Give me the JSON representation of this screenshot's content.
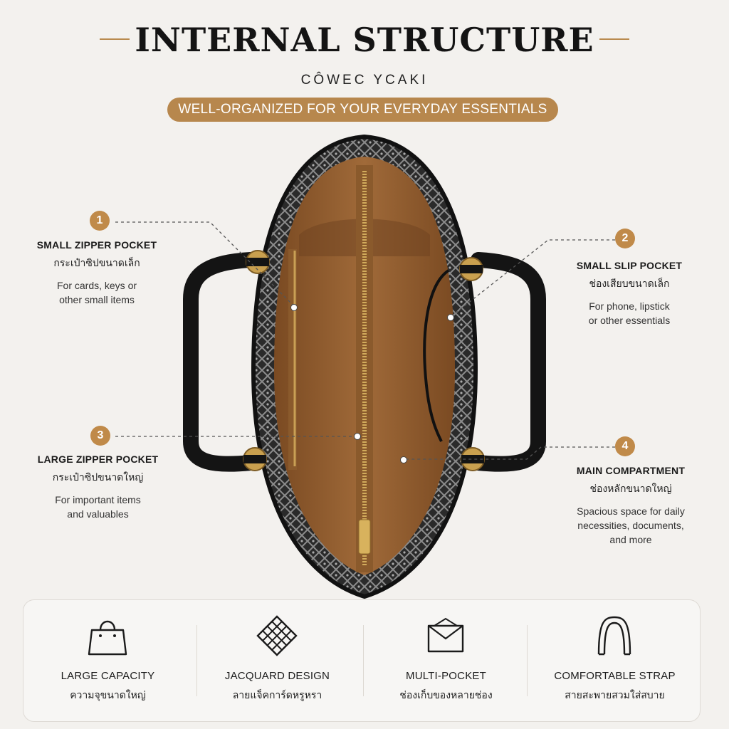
{
  "header": {
    "title": "INTERNAL STRUCTURE",
    "brand": "CÔWEC YCAKI",
    "banner": "WELL-ORGANIZED FOR YOUR EVERYDAY ESSENTIALS",
    "accent_color": "#b7874d"
  },
  "callouts": [
    {
      "number": "1",
      "title": "SMALL ZIPPER POCKET",
      "thai": "กระเป๋าซิปขนาดเล็ก",
      "desc1": "For cards, keys or",
      "desc2": "other small items"
    },
    {
      "number": "2",
      "title": "SMALL SLIP POCKET",
      "thai": "ช่องเสียบขนาดเล็ก",
      "desc1": "For phone, lipstick",
      "desc2": "or other essentials"
    },
    {
      "number": "3",
      "title": "LARGE ZIPPER POCKET",
      "thai": "กระเป๋าซิปขนาดใหญ่",
      "desc1": "For important items",
      "desc2": "and valuables"
    },
    {
      "number": "4",
      "title": "MAIN COMPARTMENT",
      "thai": "ช่องหลักขนาดใหญ่",
      "desc1": "Spacious space for daily",
      "desc2": "necessities, documents,",
      "desc3": "and more"
    }
  ],
  "features": [
    {
      "icon": "handbag-icon",
      "label": "LARGE CAPACITY",
      "thai": "ความจุขนาดใหญ่"
    },
    {
      "icon": "jacquard-pattern-icon",
      "label": "JACQUARD DESIGN",
      "thai": "ลายแจ็คการ์ดหรูหรา"
    },
    {
      "icon": "multi-pocket-icon",
      "label": "MULTI-POCKET",
      "thai": "ช่องเก็บของหลายช่อง"
    },
    {
      "icon": "strap-icon",
      "label": "COMFORTABLE STRAP",
      "thai": "สายสะพายสวมใส่สบาย"
    }
  ]
}
